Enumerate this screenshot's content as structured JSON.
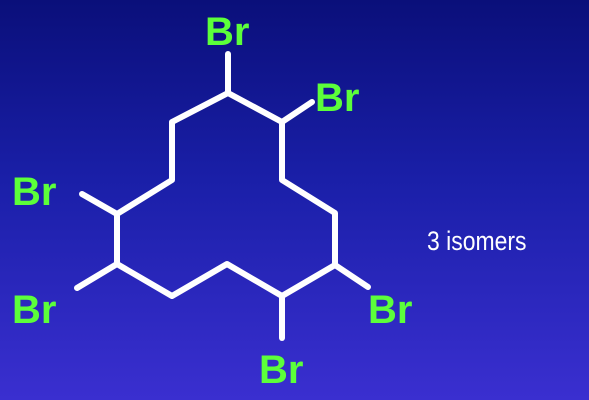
{
  "molecule": {
    "substituent_label": "Br",
    "bromines": [
      "Br",
      "Br",
      "Br",
      "Br",
      "Br",
      "Br"
    ]
  },
  "note": "3 isomers",
  "colors": {
    "background_top": "#0a0f7a",
    "background_bottom": "#3a2fd0",
    "bond": "#ffffff",
    "bromine_label": "#5cff3a",
    "note_text": "#ffffff"
  }
}
